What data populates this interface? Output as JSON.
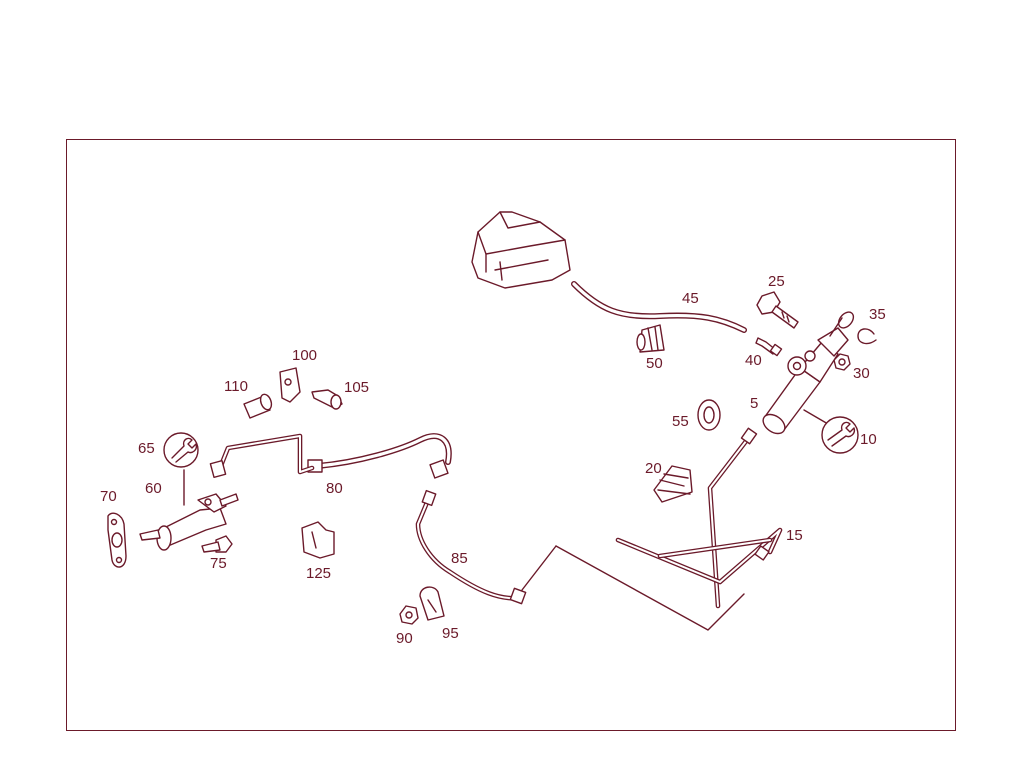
{
  "colors": {
    "ink": "#6b1a2a",
    "background": "#ffffff"
  },
  "callouts": {
    "c5": "5",
    "c10": "10",
    "c15": "15",
    "c20": "20",
    "c25": "25",
    "c30": "30",
    "c35": "35",
    "c40": "40",
    "c45": "45",
    "c50": "50",
    "c55": "55",
    "c60": "60",
    "c65": "65",
    "c70": "70",
    "c75": "75",
    "c80": "80",
    "c85": "85",
    "c90": "90",
    "c95": "95",
    "c100": "100",
    "c105": "105",
    "c110": "110",
    "c125": "125"
  },
  "icons": {
    "tool": "wrench-icon"
  }
}
